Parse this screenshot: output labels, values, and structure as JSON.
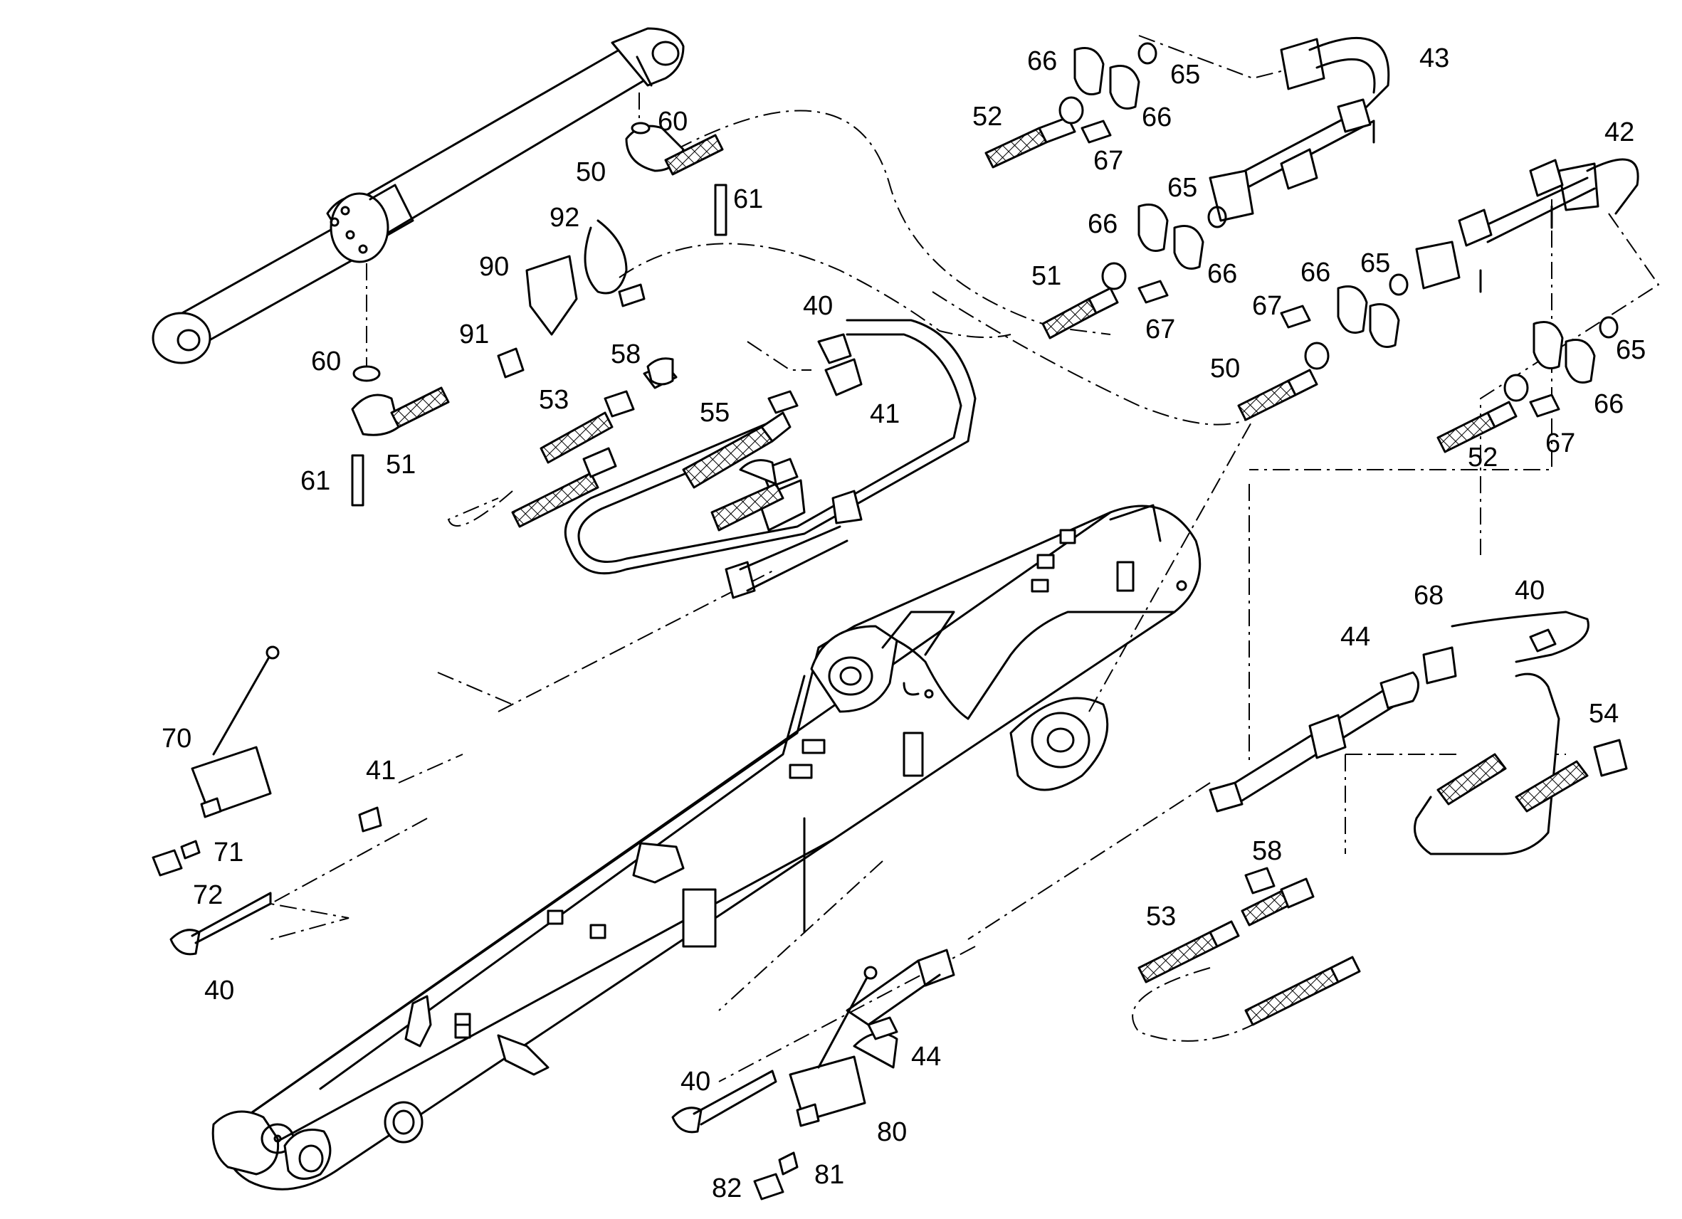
{
  "callouts": [
    {
      "id": "c43",
      "text": "43"
    },
    {
      "id": "c65a",
      "text": "65"
    },
    {
      "id": "c66a",
      "text": "66"
    },
    {
      "id": "c52a",
      "text": "52"
    },
    {
      "id": "c66b",
      "text": "66"
    },
    {
      "id": "c67a",
      "text": "67"
    },
    {
      "id": "c42",
      "text": "42"
    },
    {
      "id": "c65b",
      "text": "65"
    },
    {
      "id": "c66c",
      "text": "66"
    },
    {
      "id": "c51a",
      "text": "51"
    },
    {
      "id": "c66d",
      "text": "66"
    },
    {
      "id": "c67b",
      "text": "67"
    },
    {
      "id": "c66e",
      "text": "66"
    },
    {
      "id": "c65c",
      "text": "65"
    },
    {
      "id": "c67c",
      "text": "67"
    },
    {
      "id": "c50a",
      "text": "50"
    },
    {
      "id": "c65d",
      "text": "65"
    },
    {
      "id": "c66f",
      "text": "66"
    },
    {
      "id": "c52b",
      "text": "52"
    },
    {
      "id": "c67d",
      "text": "67"
    },
    {
      "id": "c60a",
      "text": "60"
    },
    {
      "id": "c50b",
      "text": "50"
    },
    {
      "id": "c61a",
      "text": "61"
    },
    {
      "id": "c92",
      "text": "92"
    },
    {
      "id": "c90",
      "text": "90"
    },
    {
      "id": "c91",
      "text": "91"
    },
    {
      "id": "c60b",
      "text": "60"
    },
    {
      "id": "c51b",
      "text": "51"
    },
    {
      "id": "c61b",
      "text": "61"
    },
    {
      "id": "c40a",
      "text": "40"
    },
    {
      "id": "c58a",
      "text": "58"
    },
    {
      "id": "c53a",
      "text": "53"
    },
    {
      "id": "c55",
      "text": "55"
    },
    {
      "id": "c41a",
      "text": "41"
    },
    {
      "id": "c70",
      "text": "70"
    },
    {
      "id": "c41b",
      "text": "41"
    },
    {
      "id": "c71",
      "text": "71"
    },
    {
      "id": "c72",
      "text": "72"
    },
    {
      "id": "c40b",
      "text": "40"
    },
    {
      "id": "c68",
      "text": "68"
    },
    {
      "id": "c40c",
      "text": "40"
    },
    {
      "id": "c44a",
      "text": "44"
    },
    {
      "id": "c54",
      "text": "54"
    },
    {
      "id": "c58b",
      "text": "58"
    },
    {
      "id": "c53b",
      "text": "53"
    },
    {
      "id": "c44b",
      "text": "44"
    },
    {
      "id": "c40d",
      "text": "40"
    },
    {
      "id": "c80",
      "text": "80"
    },
    {
      "id": "c81",
      "text": "81"
    },
    {
      "id": "c82",
      "text": "82"
    }
  ]
}
